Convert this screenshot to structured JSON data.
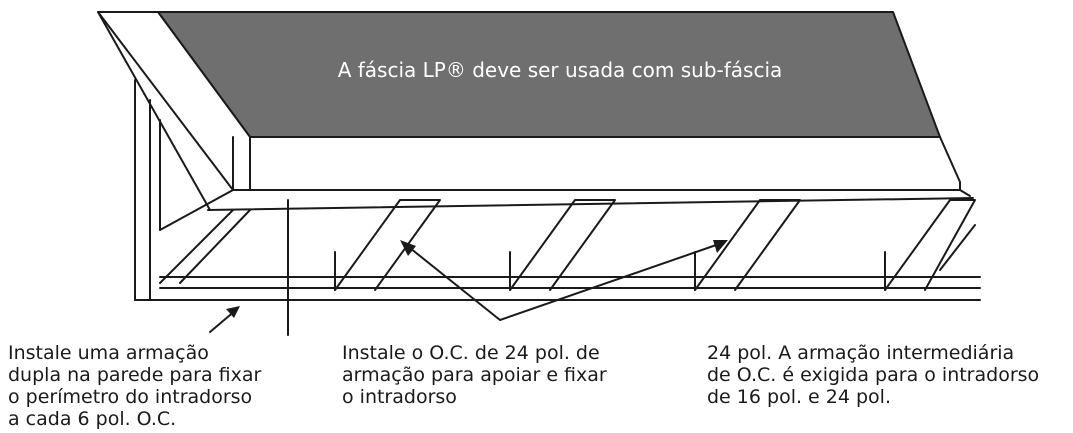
{
  "fascia_label": "A fáscia LP® deve ser usada com sub-fáscia",
  "callouts": {
    "left": [
      "Instale uma armação",
      "dupla na parede para fixar",
      "o perímetro do intradorso",
      "a cada 6 pol. O.C."
    ],
    "middle": [
      "Instale o O.C. de 24 pol. de",
      "armação para apoiar e fixar",
      "o intradorso"
    ],
    "right": [
      "24 pol. A armação intermediária",
      "de O.C. é exigida para o intradorso",
      "de 16 pol. e 24 pol."
    ]
  },
  "colors": {
    "roof": "#6f6f6f",
    "line": "#1a1a1a",
    "background": "#ffffff"
  }
}
